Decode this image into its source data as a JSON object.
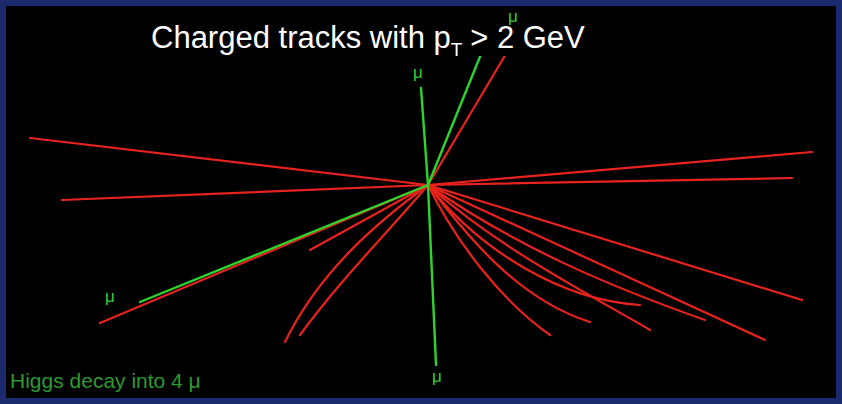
{
  "diagram": {
    "labels": [
      "Charged tracks with p",
      "T",
      "> 2 GeV",
      "μ",
      "μ",
      "μ",
      "μ",
      "Higgs decay into 4 μ"
    ]
  }
}
